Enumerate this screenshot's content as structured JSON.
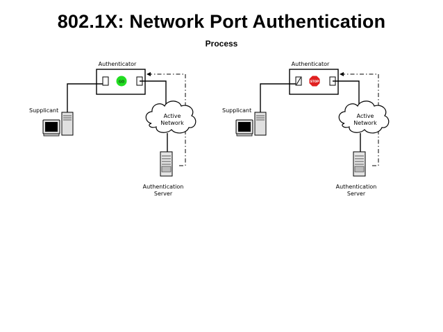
{
  "title": "802.1X: Network Port Authentication",
  "subtitle": "Process",
  "diagrams": [
    {
      "state": "open",
      "authenticator_label": "Authenticator",
      "supplicant_label": "Supplicant",
      "network_label_line1": "Active",
      "network_label_line2": "Network",
      "server_label_line1": "Authentication",
      "server_label_line2": "Server",
      "signal_text": "GO",
      "signal_color": "#22dd22"
    },
    {
      "state": "blocked",
      "authenticator_label": "Authenticator",
      "supplicant_label": "Supplicant",
      "network_label_line1": "Active",
      "network_label_line2": "Network",
      "server_label_line1": "Authentication",
      "server_label_line2": "Server",
      "signal_text": "STOP",
      "signal_color": "#e02020"
    }
  ]
}
